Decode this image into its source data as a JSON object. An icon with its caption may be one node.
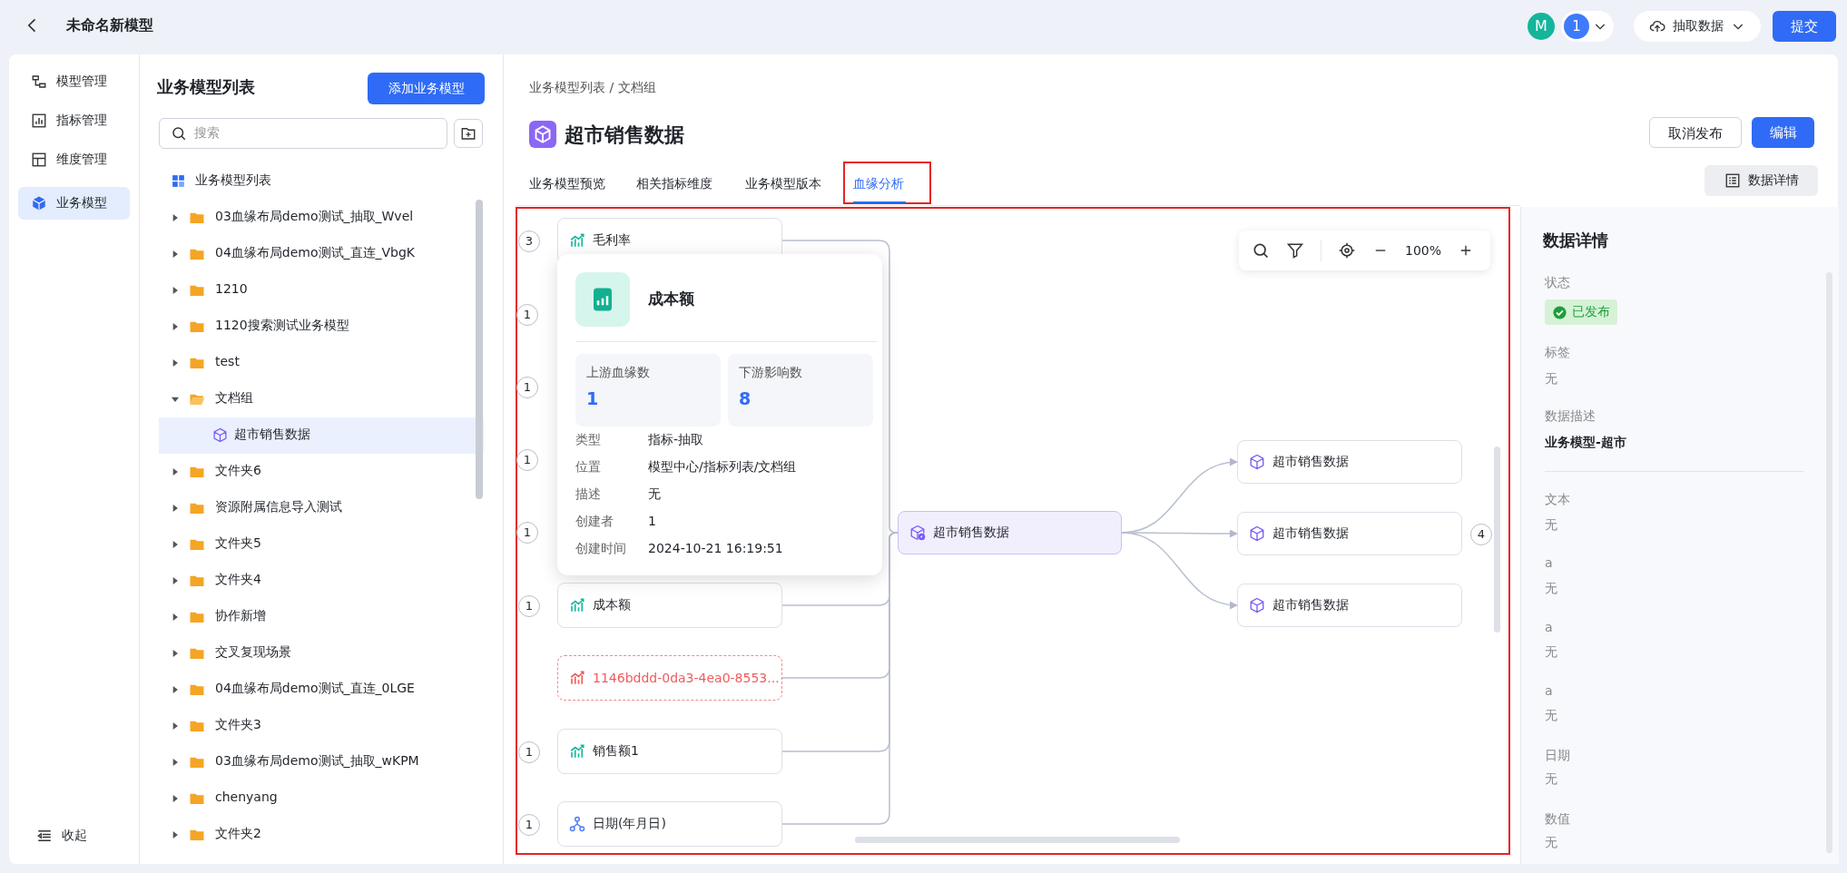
{
  "diagram": {
    "nodes": [
      {
        "text": [
          "毛利率"
        ],
        "beside": [
          "3"
        ]
      },
      {
        "text": [
          "成本额"
        ],
        "beside": [
          "1"
        ]
      },
      {
        "text": [
          "1146bddd-0da3-4ea0-8553..."
        ]
      },
      {
        "text": [
          "销售额1"
        ],
        "beside": [
          "1"
        ]
      },
      {
        "text": [
          "日期(年月日)"
        ],
        "beside": [
          "1"
        ]
      },
      {
        "text": [
          "超市销售数据"
        ]
      },
      {
        "text": [
          "超市销售数据"
        ]
      },
      {
        "text": [
          "超市销售数据"
        ],
        "beside": [
          "4"
        ]
      },
      {
        "text": [
          "超市销售数据"
        ]
      },
      {
        "text": [
          "成本额",
          "类型",
          "指标-抽取",
          "位置",
          "模型中心/指标列表/文档组",
          "描述",
          "无",
          "创建者",
          "1",
          "创建时间",
          "2024-10-21 16:19:51"
        ]
      },
      {
        "text": [
          "上游血缘数",
          "1"
        ],
        "in": 9
      },
      {
        "text": [
          "下游影响数",
          "8"
        ],
        "in": 9
      }
    ],
    "edges": [
      {
        "from": 0,
        "to": 5,
        "arrow": "none"
      },
      {
        "from": 1,
        "to": 5,
        "arrow": "none"
      },
      {
        "from": 2,
        "to": 5,
        "arrow": "none"
      },
      {
        "from": 3,
        "to": 5,
        "arrow": "none"
      },
      {
        "from": 4,
        "to": 5,
        "arrow": "none"
      },
      {
        "from": 5,
        "to": 6,
        "arrow": "to"
      },
      {
        "from": 5,
        "to": 7,
        "arrow": "to"
      },
      {
        "from": 5,
        "to": 8,
        "arrow": "to"
      }
    ],
    "labels": [
      "未命名新模型",
      "M",
      "1",
      "抽取数据",
      "提交",
      "模型管理",
      "指标管理",
      "维度管理",
      "业务模型",
      "业务模型列表",
      "添加业务模型",
      "搜索",
      "业务模型列表",
      "03血缘布局demo测试_抽取_Wvel",
      "04血缘布局demo测试_直连_VbgK",
      "1210",
      "1120搜索测试业务模型",
      "test",
      "文档组",
      "超市销售数据",
      "文件夹6",
      "资源附属信息导入测试",
      "文件夹5",
      "文件夹4",
      "协作新增",
      "交叉复现场景",
      "04血缘布局demo测试_直连_0LGE",
      "文件夹3",
      "03血缘布局demo测试_抽取_wKPM",
      "chenyang",
      "收起",
      "文件夹2",
      "业务模型列表 / 文档组",
      "超市销售数据",
      "取消发布",
      "编辑",
      "业务模型预览",
      "相关指标维度",
      "业务模型版本",
      "血缘分析",
      "数据详情",
      "100%",
      "1",
      "1",
      "1",
      "1",
      "数据详情",
      "状态",
      "已发布",
      "标签",
      "无",
      "数据描述",
      "业务模型-超市",
      "文本",
      "无",
      "a",
      "无",
      "a",
      "无",
      "a",
      "无",
      "日期",
      "无",
      "数值",
      "无"
    ]
  }
}
